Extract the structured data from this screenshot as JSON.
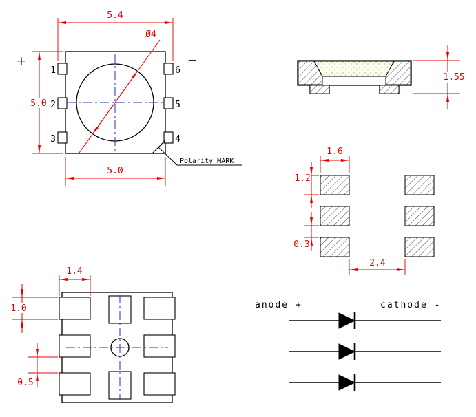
{
  "colors": {
    "dimension": "#e60000",
    "outline": "#000000",
    "centerline": "#2a2ac8",
    "background": "#ffffff"
  },
  "drawing": {
    "top_view": {
      "polarity_plus": "+",
      "polarity_minus": "−",
      "pins": [
        "1",
        "2",
        "3",
        "4",
        "5",
        "6"
      ],
      "dims": {
        "overall_width": "5.4",
        "body_height": "5.0",
        "body_width": "5.0",
        "lens_diameter": "Ø4"
      },
      "polarity_mark_label": "Polarity MARK"
    },
    "side_view": {
      "dims": {
        "height": "1.55"
      }
    },
    "pad_layout": {
      "dims": {
        "pad_width": "1.6",
        "pad_height": "1.2",
        "row_gap": "0.3",
        "column_gap": "2.4"
      }
    },
    "bottom_view": {
      "dims": {
        "pad_width": "1.4",
        "pad_height": "1.0",
        "pad_gap": "0.5"
      }
    },
    "circuit": {
      "anode_label": "anode +",
      "cathode_label": "cathode -"
    }
  }
}
